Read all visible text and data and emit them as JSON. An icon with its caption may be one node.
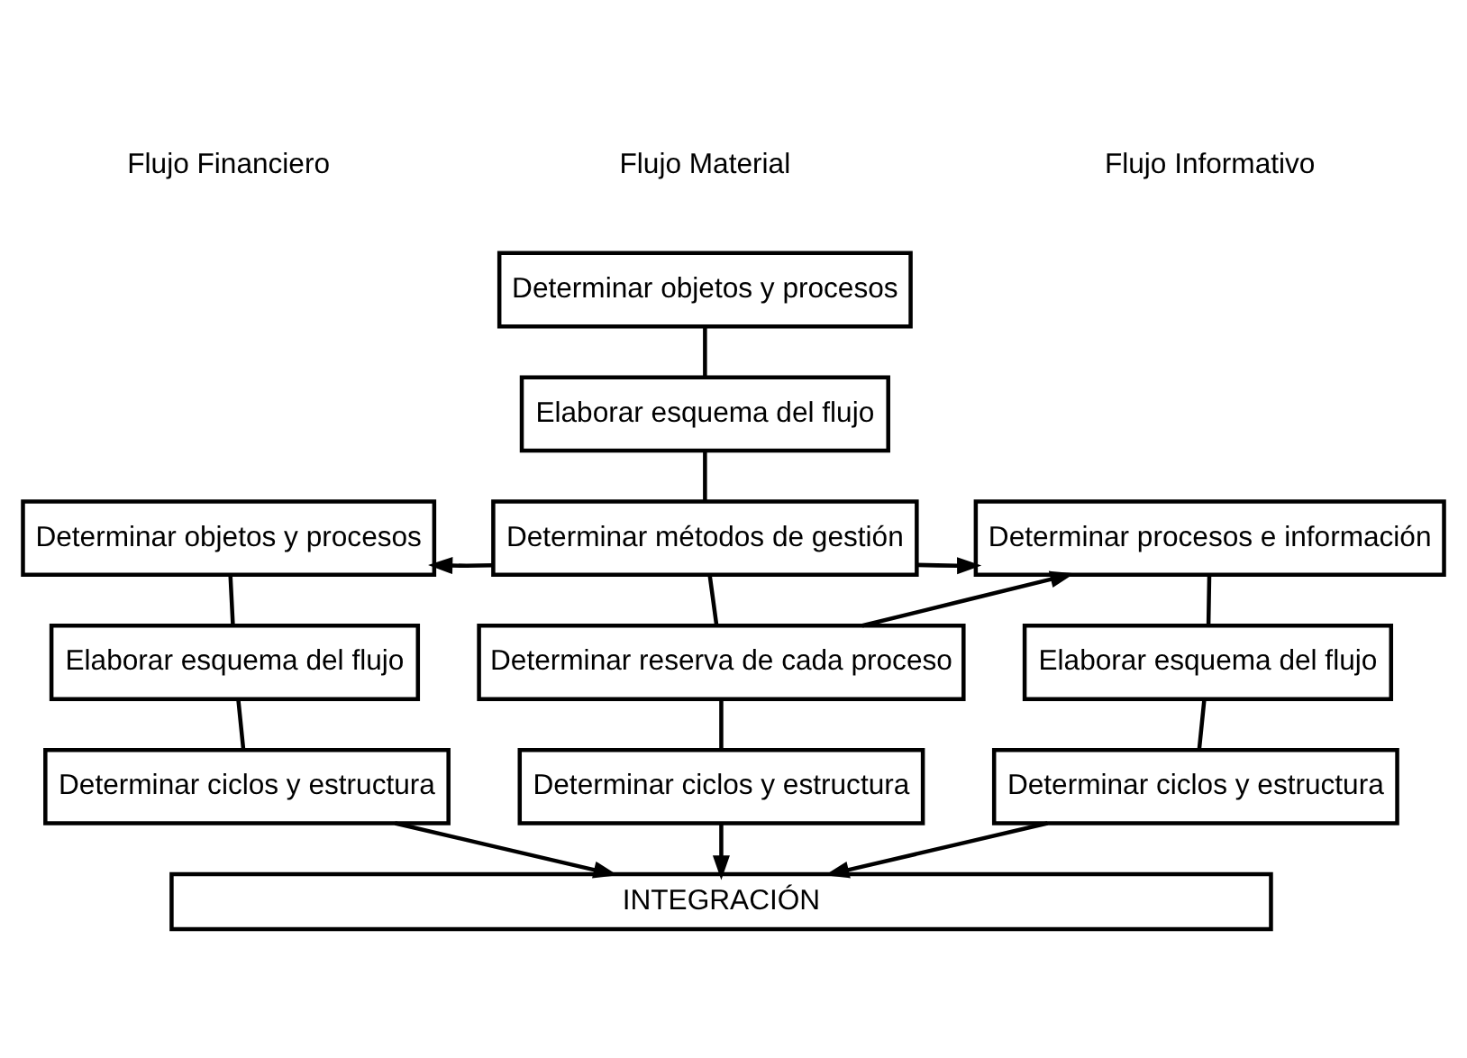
{
  "diagram": {
    "nodes": [
      {
        "text": [
          "Determinar objetos y procesos"
        ]
      },
      {
        "text": [
          "Elaborar esquema del flujo"
        ]
      },
      {
        "text": [
          "Determinar métodos de gestión"
        ]
      },
      {
        "text": [
          "Determinar objetos y procesos"
        ]
      },
      {
        "text": [
          "Determinar procesos e información"
        ]
      },
      {
        "text": [
          "Determinar reserva de cada proceso"
        ]
      },
      {
        "text": [
          "Elaborar esquema del flujo"
        ]
      },
      {
        "text": [
          "Elaborar esquema del flujo"
        ]
      },
      {
        "text": [
          "Determinar ciclos y estructura"
        ]
      },
      {
        "text": [
          "Determinar ciclos y estructura"
        ]
      },
      {
        "text": [
          "Determinar ciclos y estructura"
        ]
      },
      {
        "text": [
          "INTEGRACIÓN"
        ]
      }
    ],
    "edges": [
      {
        "from": 0,
        "to": 1,
        "arrow": "none"
      },
      {
        "from": 1,
        "to": 2,
        "arrow": "none"
      },
      {
        "from": 2,
        "to": 5,
        "arrow": "none"
      },
      {
        "from": 2,
        "to": 3,
        "arrow": "to"
      },
      {
        "from": 2,
        "to": 4,
        "arrow": "to"
      },
      {
        "from": 5,
        "to": 4,
        "arrow": "to"
      },
      {
        "from": 3,
        "to": 6,
        "arrow": "none"
      },
      {
        "from": 6,
        "to": 8,
        "arrow": "none"
      },
      {
        "from": 4,
        "to": 7,
        "arrow": "none"
      },
      {
        "from": 7,
        "to": 10,
        "arrow": "none"
      },
      {
        "from": 5,
        "to": 9,
        "arrow": "none"
      },
      {
        "from": 8,
        "to": 11,
        "arrow": "to"
      },
      {
        "from": 9,
        "to": 11,
        "arrow": "to"
      },
      {
        "from": 10,
        "to": 11,
        "arrow": "to"
      }
    ],
    "labels": [
      "Flujo Financiero",
      "Flujo Material",
      "Flujo Informativo"
    ]
  }
}
